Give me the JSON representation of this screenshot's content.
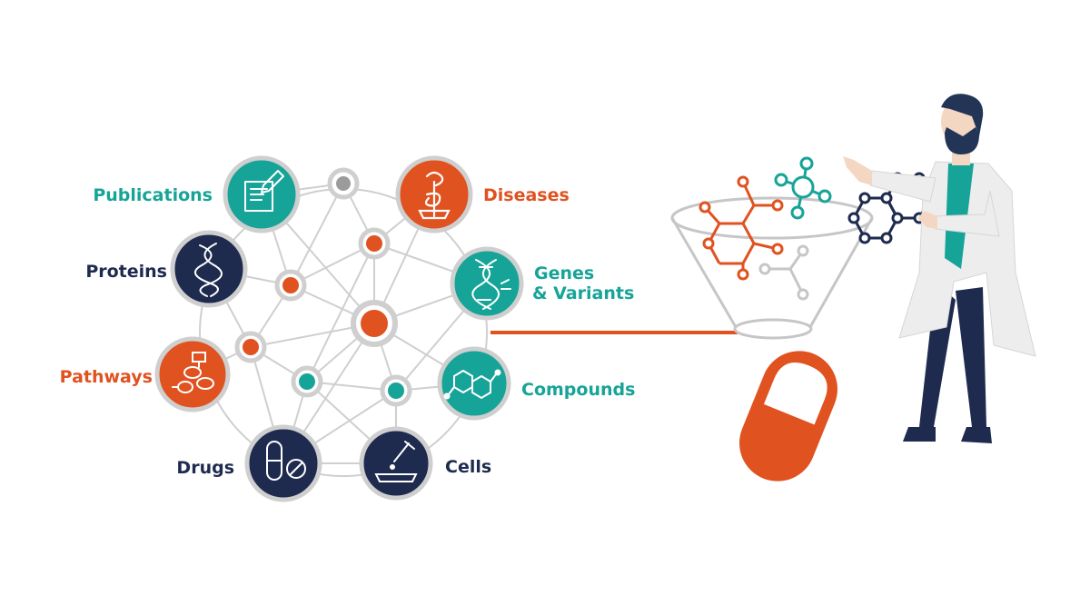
{
  "colors": {
    "teal": "#17a498",
    "orange": "#e05220",
    "navy": "#1e2b4f",
    "gray": "#c6c6c6",
    "line": "#cfcfcf"
  },
  "labels": {
    "publications": "Publications",
    "diseases": "Diseases",
    "proteins": "Proteins",
    "genes_line1": "Genes",
    "genes_line2": "& Variants",
    "pathways": "Pathways",
    "compounds": "Compounds",
    "drugs": "Drugs",
    "cells": "Cells"
  },
  "icons": {
    "publications": "document-pen-icon",
    "diseases": "pharmacy-snake-icon",
    "proteins": "protein-helix-icon",
    "genes": "dna-icon",
    "pathways": "pathway-flow-icon",
    "compounds": "hexagon-molecule-icon",
    "drugs": "capsule-pill-icon",
    "cells": "pipette-dish-icon",
    "capsule": "capsule-icon",
    "funnel": "funnel-icon",
    "scientist": "scientist-figure"
  }
}
